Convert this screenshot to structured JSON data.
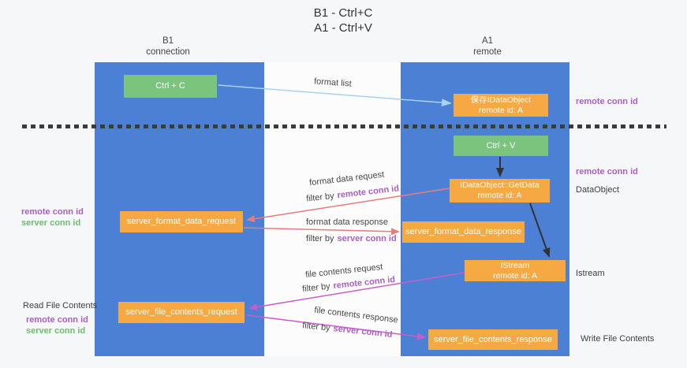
{
  "title": {
    "line1": "B1 - Ctrl+C",
    "line2": "A1 - Ctrl+V"
  },
  "lifelines": {
    "b1": {
      "name": "B1",
      "role": "connection"
    },
    "a1": {
      "name": "A1",
      "role": "remote"
    }
  },
  "nodes": {
    "ctrl_c": "Ctrl + C",
    "ctrl_v": "Ctrl + V",
    "save_dataobject": {
      "line1": "保存IDataObject",
      "line2": "remote id: A"
    },
    "getdata": {
      "line1": "IDataObject::GetData",
      "line2": "remote id: A"
    },
    "istream": {
      "line1": "IStream",
      "line2": "remote id: A"
    },
    "server_format_data_request": "server_format_data_request",
    "server_format_data_response": "server_format_data_response",
    "server_file_contents_request": "server_file_contents_request",
    "server_file_contents_response": "server_file_contents_response"
  },
  "edge_labels": {
    "format_list": "format list",
    "format_data_request": "format data request",
    "format_data_response": "format data response",
    "file_contents_request": "file contents request",
    "file_contents_response": "file contents response",
    "filter_by": "filter by",
    "remote_conn_id": "remote conn id",
    "server_conn_id": "server conn id"
  },
  "side_labels": {
    "remote_conn_id": "remote conn id",
    "server_conn_id": "server conn id",
    "dataobject": "DataObject",
    "istream": "Istream",
    "read_file_contents": "Read File Contents",
    "write_file_contents": "Write File Contents"
  },
  "colors": {
    "lifeline_blue": "#4b80d5",
    "node_orange": "#f6a843",
    "node_green": "#7ac47e",
    "arrow_salmon": "#e87c7c",
    "arrow_magenta": "#c95cc9",
    "arrow_lightblue": "#a9d2ef",
    "arrow_black": "#333333",
    "text_purple": "#a95fc7",
    "text_green": "#6cbd6f"
  }
}
